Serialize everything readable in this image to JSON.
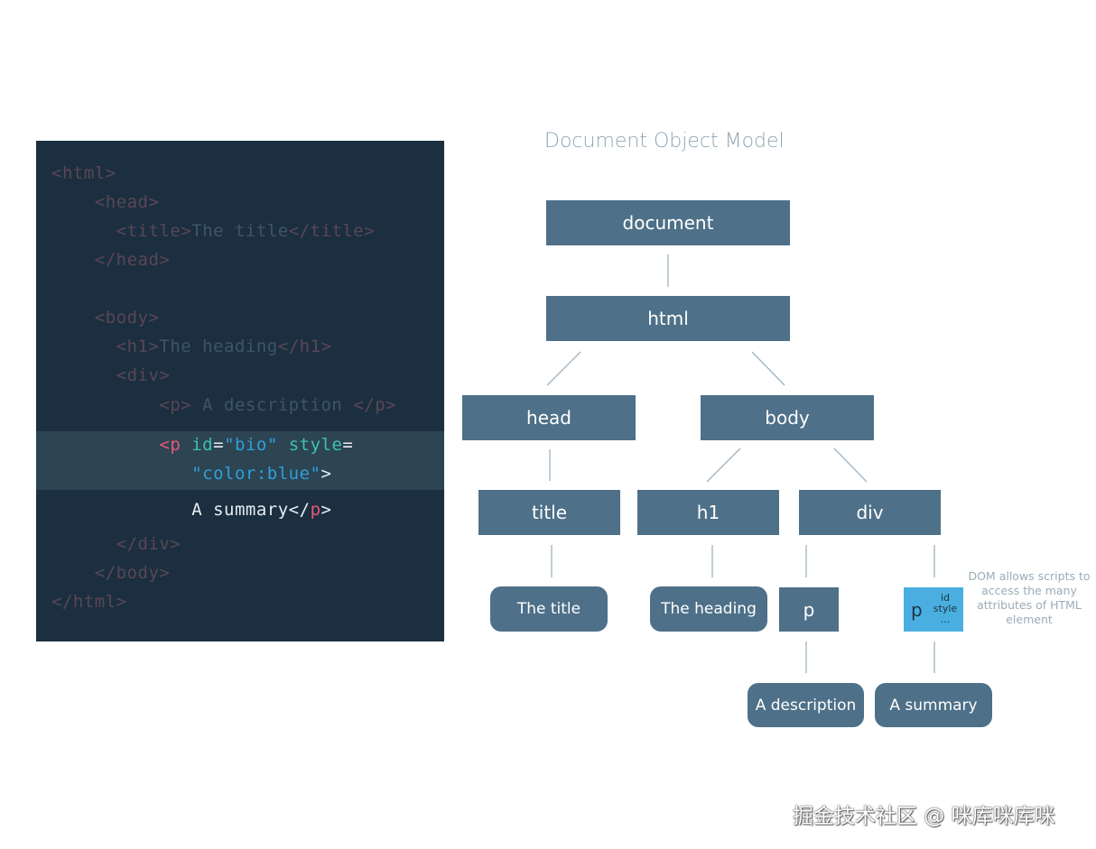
{
  "code": {
    "lines": [
      {
        "indent": "",
        "parts": [
          [
            "tag",
            "<html>"
          ]
        ]
      },
      {
        "indent": "    ",
        "parts": [
          [
            "tag",
            "<head>"
          ]
        ]
      },
      {
        "indent": "      ",
        "parts": [
          [
            "tag",
            "<title>"
          ],
          [
            "text",
            "The title"
          ],
          [
            "tag",
            "</title>"
          ]
        ]
      },
      {
        "indent": "    ",
        "parts": [
          [
            "tag",
            "</head>"
          ]
        ]
      },
      {
        "indent": "    ",
        "parts": [
          [
            "tag",
            "<body>"
          ]
        ]
      },
      {
        "indent": "      ",
        "parts": [
          [
            "tag",
            "<h1>"
          ],
          [
            "text",
            "The heading"
          ],
          [
            "tag",
            "</h1>"
          ]
        ]
      },
      {
        "indent": "      ",
        "parts": [
          [
            "tag",
            "<div>"
          ]
        ]
      },
      {
        "indent": "          ",
        "parts": [
          [
            "tag",
            "<p>"
          ],
          [
            "text",
            " A description "
          ],
          [
            "tag",
            "</p>"
          ]
        ]
      },
      {
        "indent": "          ",
        "bright": true,
        "parts": [
          [
            "tag",
            "<p "
          ],
          [
            "attr",
            "id"
          ],
          [
            "text",
            "="
          ],
          [
            "str",
            "\"bio\""
          ],
          [
            "text",
            " "
          ],
          [
            "attr",
            "style"
          ],
          [
            "text",
            "="
          ]
        ]
      },
      {
        "indent": "             ",
        "bright": true,
        "parts": [
          [
            "str",
            "\"color:blue\""
          ],
          [
            "text",
            ">"
          ]
        ]
      },
      {
        "indent": "             ",
        "bright": true,
        "parts": [
          [
            "text",
            "A summary</"
          ],
          [
            "tag",
            "p"
          ],
          [
            "text",
            ">"
          ]
        ]
      },
      {
        "indent": "      ",
        "parts": [
          [
            "tag",
            "</div>"
          ]
        ]
      },
      {
        "indent": "    ",
        "parts": [
          [
            "tag",
            "</body>"
          ]
        ]
      },
      {
        "indent": "",
        "parts": [
          [
            "tag",
            "</html>"
          ]
        ]
      }
    ]
  },
  "dom": {
    "title": "Document Object Model",
    "nodes": {
      "document": "document",
      "html": "html",
      "head": "head",
      "body": "body",
      "title": "title",
      "h1": "h1",
      "div": "div",
      "title_text": "The title",
      "heading_text": "The heading",
      "p1": "p",
      "p2": "p",
      "desc_text": "A description",
      "summary_text": "A summary"
    },
    "p2_attrs": [
      "id",
      "style",
      "..."
    ],
    "note": "DOM allows scripts to access the many attributes of HTML element"
  },
  "colors": {
    "panel_bg": "#1b2f40",
    "node_bg": "#4e7088",
    "highlight_node": "#4aafe0",
    "edge": "#9fb3c0"
  },
  "watermark": "掘金技术社区 @ 咪库咪库咪"
}
